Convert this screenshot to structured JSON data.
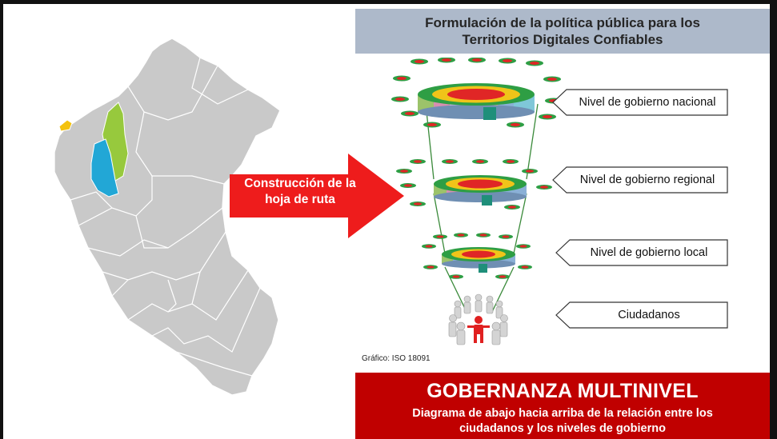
{
  "header": {
    "title_line1": "Formulación de la política pública para los",
    "title_line2": "Territorios Digitales Confiables"
  },
  "arrow": {
    "line1": "Construcción de la",
    "line2": "hoja de ruta"
  },
  "levels": [
    {
      "label": "Nivel de gobierno nacional"
    },
    {
      "label": "Nivel de gobierno regional"
    },
    {
      "label": "Nivel de gobierno local"
    },
    {
      "label": "Ciudadanos"
    }
  ],
  "credit": "Gráfico: ISO 18091",
  "footer": {
    "title": "GOBERNANZA MULTINIVEL",
    "subtitle_line1": "Diagrama de abajo hacia arriba de la relación entre los",
    "subtitle_line2": "ciudadanos y los niveles de gobierno"
  },
  "colors": {
    "arrow": "#ee1c1c",
    "title_band": "#adb9ca",
    "footer": "#c00000",
    "map_fill": "#c9c9c9",
    "region_green": "#97c93d",
    "region_blue": "#22a7d6",
    "region_yellow": "#f4c20d"
  }
}
